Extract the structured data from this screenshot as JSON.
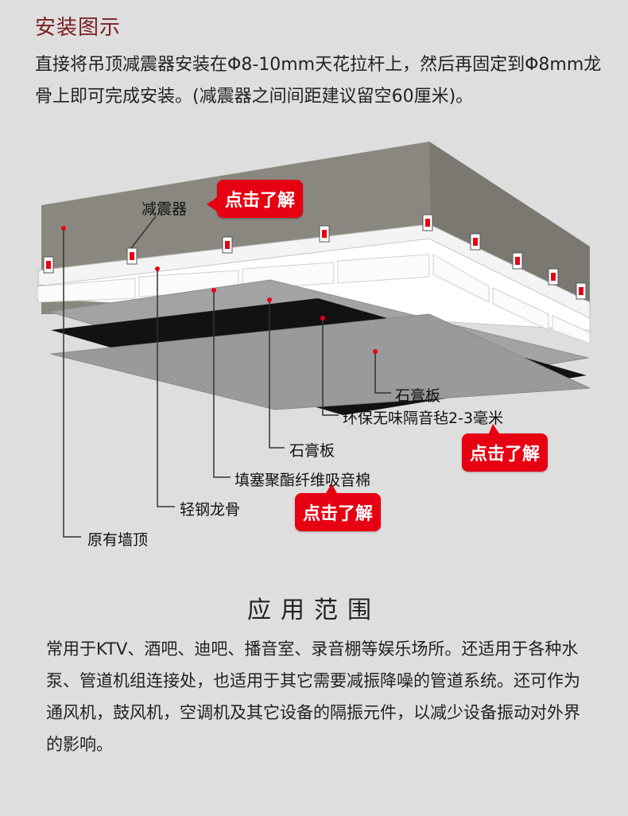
{
  "header": {
    "title": "安装图示",
    "intro": "直接将吊顶减震器安装在Φ8-10mm天花拉杆上，然后再固定到Φ8mm龙骨上即可完成安装。(减震器之间间距建议留空60厘米)。"
  },
  "diagram": {
    "labels": {
      "damper": "减震器",
      "gypsum_bottom": "石膏板",
      "felt": "环保无味隔音毡2-3毫米",
      "gypsum_middle": "石膏板",
      "cotton": "填塞聚酯纤维吸音棉",
      "keel": "轻钢龙骨",
      "ceiling": "原有墙顶"
    },
    "cta": {
      "top": "点击了解",
      "felt": "点击了解",
      "cotton": "点击了解"
    },
    "colors": {
      "ceiling": "#8a8780",
      "felt": "#111111",
      "gypsum": "#9a9a9b",
      "cta": "#e60012",
      "dot": "#e60012"
    }
  },
  "application": {
    "title": "应用范围",
    "text": "常用于KTV、酒吧、迪吧、播音室、录音棚等娱乐场所。还适用于各种水泵、管道机组连接处，也适用于其它需要减振降噪的管道系统。还可作为通风机，鼓风机，空调机及其它设备的隔振元件，以减少设备振动对外界的影响。"
  }
}
